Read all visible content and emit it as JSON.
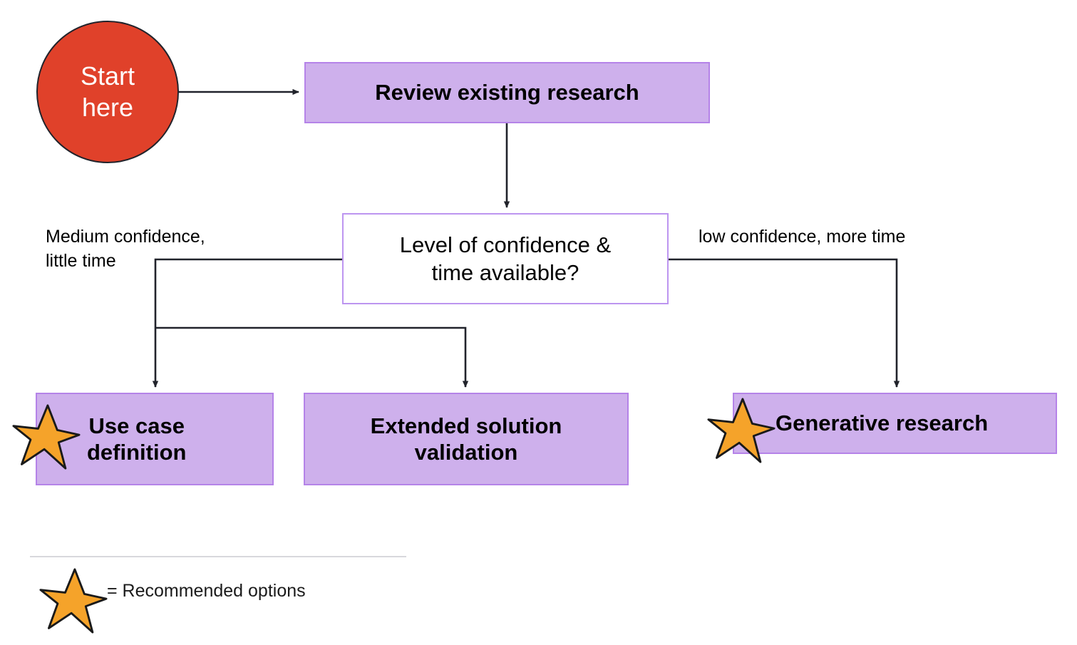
{
  "diagram": {
    "title": "Research approach decision flowchart",
    "colors": {
      "start_fill": "#E0412A",
      "start_text": "#FFFFFF",
      "box_fill": "#CEB0EC",
      "box_border": "#B583E8",
      "decision_fill": "#FFFFFF",
      "decision_border": "#BD95F0",
      "star_fill": "#F5A32A",
      "star_stroke": "#1A1A1A",
      "connector": "#21232B",
      "divider": "#D8D8DC",
      "text": "#000000"
    },
    "nodes": {
      "start": {
        "label": "Start\nhere",
        "shape": "circle"
      },
      "review": {
        "label": "Review existing research",
        "shape": "process"
      },
      "decision": {
        "label": "Level of confidence &\ntime available?",
        "shape": "decision"
      },
      "use_case": {
        "label": "Use case\ndefinition",
        "shape": "process",
        "recommended": true
      },
      "extended": {
        "label": "Extended solution\nvalidation",
        "shape": "process",
        "recommended": false
      },
      "generative": {
        "label": "Generative research",
        "shape": "process",
        "recommended": true
      }
    },
    "edge_labels": {
      "left_branch": "Medium confidence,\nlittle time",
      "right_branch": "low confidence, more time"
    },
    "legend": {
      "symbol": "star-icon",
      "text": "= Recommended options"
    }
  }
}
